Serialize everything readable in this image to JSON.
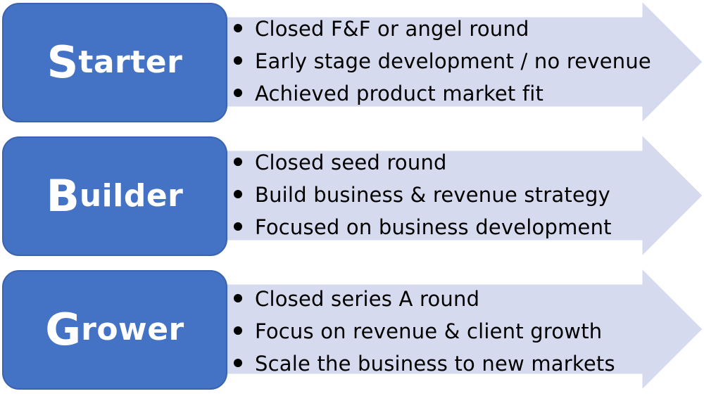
{
  "colors": {
    "box_fill": "#4472c4",
    "box_border": "#3b64b0",
    "arrow_fill": "#d6daee",
    "text": "#000000",
    "box_text": "#ffffff"
  },
  "stages": [
    {
      "initial": "S",
      "rest": "tarter",
      "bullets": [
        "Closed F&F or angel round",
        "Early stage development / no revenue",
        "Achieved product market fit"
      ]
    },
    {
      "initial": "B",
      "rest": "uilder",
      "bullets": [
        "Closed seed round",
        "Build business & revenue strategy",
        "Focused on business development"
      ]
    },
    {
      "initial": "G",
      "rest": "rower",
      "bullets": [
        "Closed series A round",
        "Focus on revenue & client growth",
        "Scale the business to new markets"
      ]
    }
  ]
}
